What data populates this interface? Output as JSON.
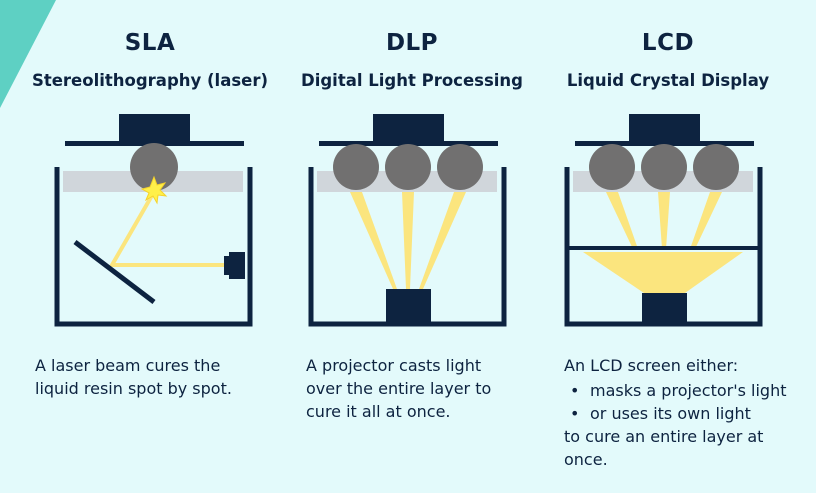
{
  "colors": {
    "background": "#e3fafb",
    "navy": "#0d2340",
    "resin": "#d0d6db",
    "lens": "#717070",
    "light": "#fbe57e",
    "spark": "#fff04a",
    "corner": "#5ed0c3"
  },
  "columns": [
    {
      "title": "SLA",
      "subtitle": "Stereolithography (laser)",
      "description": [
        "A laser beam cures the",
        "liquid resin spot by spot."
      ]
    },
    {
      "title": "DLP",
      "subtitle": "Digital Light Processing",
      "description": [
        "A projector casts light",
        "over the entire layer to",
        "cure it all at once."
      ]
    },
    {
      "title": "LCD",
      "subtitle": "Liquid Crystal Display",
      "intro": "An LCD screen either:",
      "bullets": [
        "masks a projector's light",
        "or uses its own light"
      ],
      "outro": [
        "to cure an entire layer at",
        "once."
      ]
    }
  ]
}
